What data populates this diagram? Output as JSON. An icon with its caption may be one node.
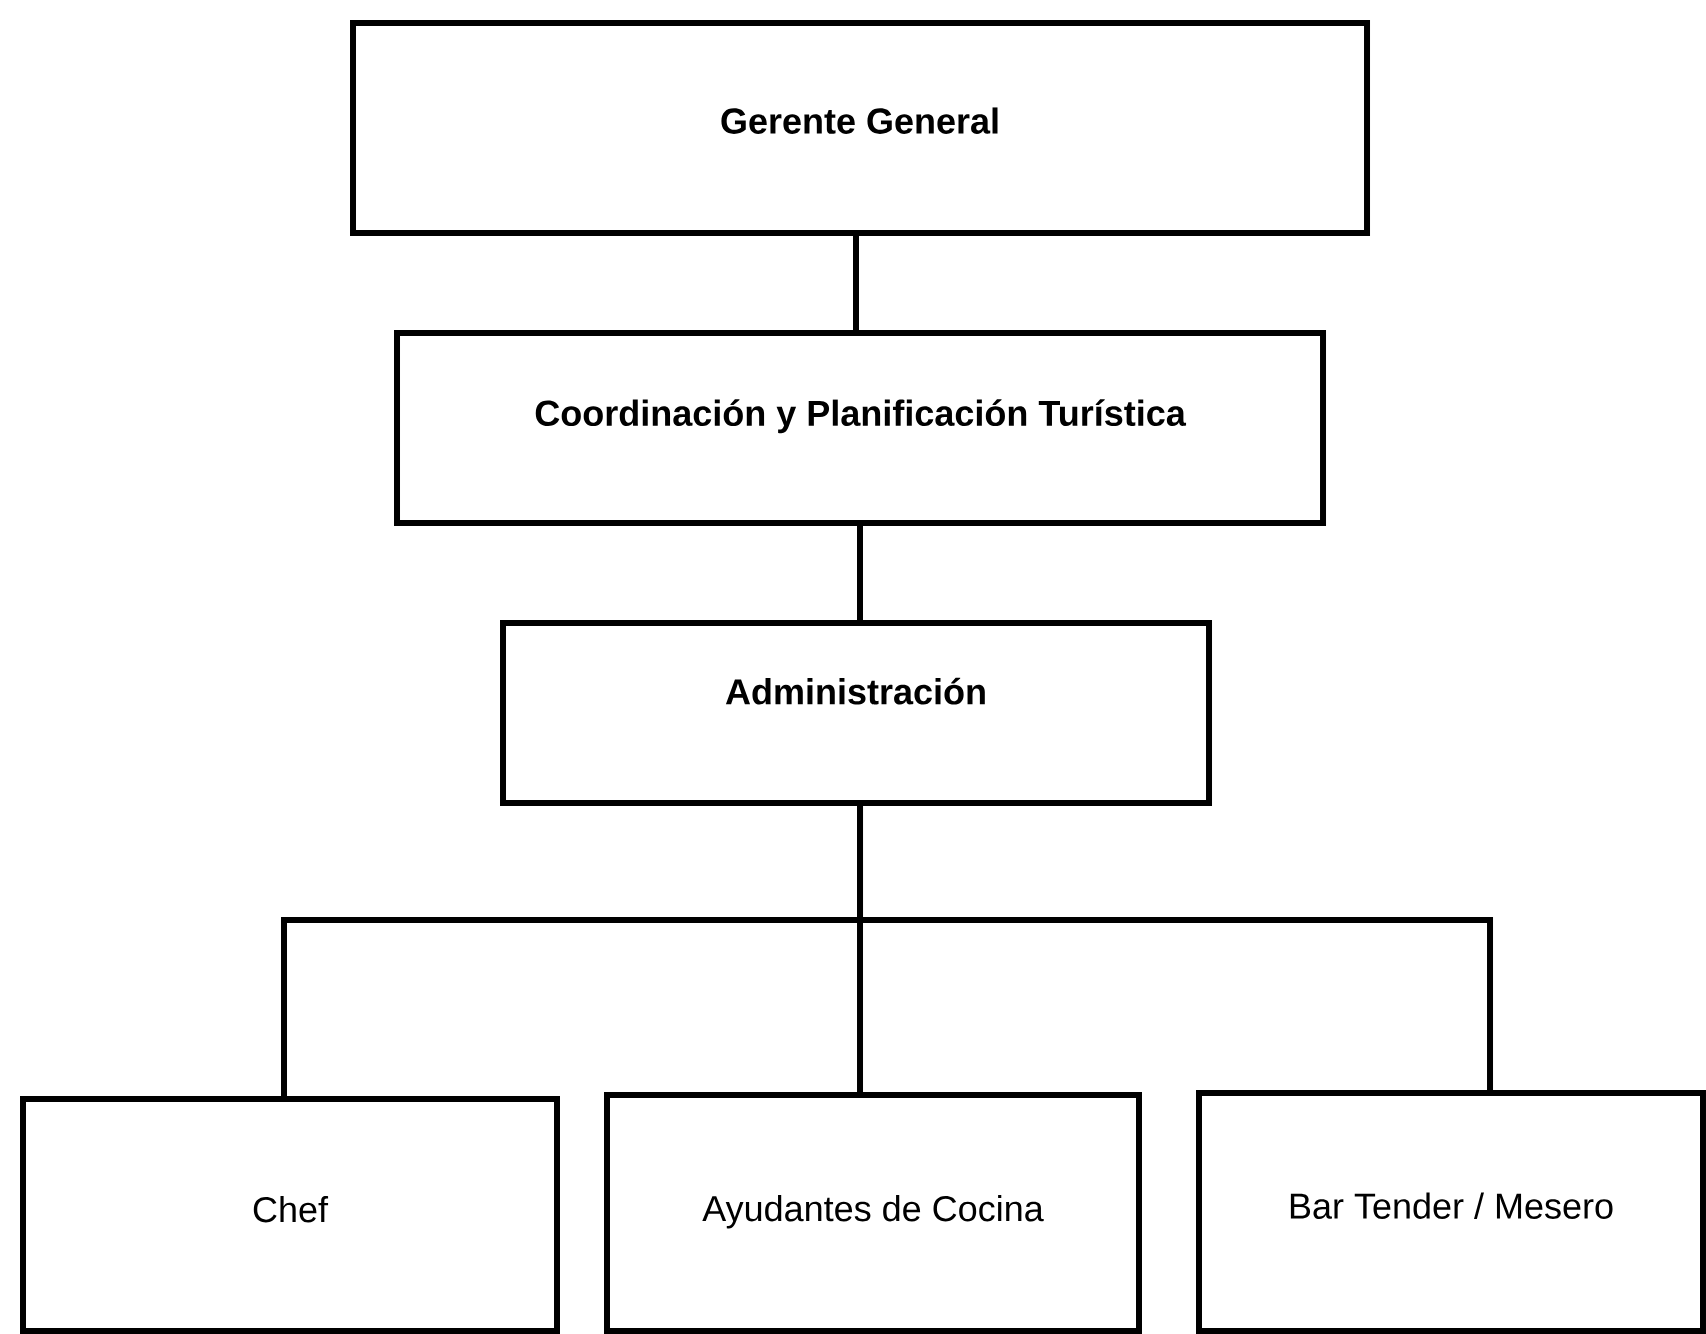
{
  "diagram": {
    "nodes": [
      {
        "text": [
          "Gerente General"
        ]
      },
      {
        "text": [
          "Coordinación y Planificación Turística"
        ]
      },
      {
        "text": [
          "Administración"
        ]
      },
      {
        "text": [
          "Chef"
        ]
      },
      {
        "text": [
          "Ayudantes de Cocina"
        ]
      },
      {
        "text": [
          "Bar Tender / Mesero"
        ]
      }
    ],
    "edges": [
      {
        "from": 0,
        "to": 1,
        "arrow": "none"
      },
      {
        "from": 1,
        "to": 2,
        "arrow": "none"
      },
      {
        "from": 2,
        "to": 3,
        "arrow": "none"
      },
      {
        "from": 2,
        "to": 4,
        "arrow": "none"
      },
      {
        "from": 2,
        "to": 5,
        "arrow": "none"
      }
    ]
  }
}
